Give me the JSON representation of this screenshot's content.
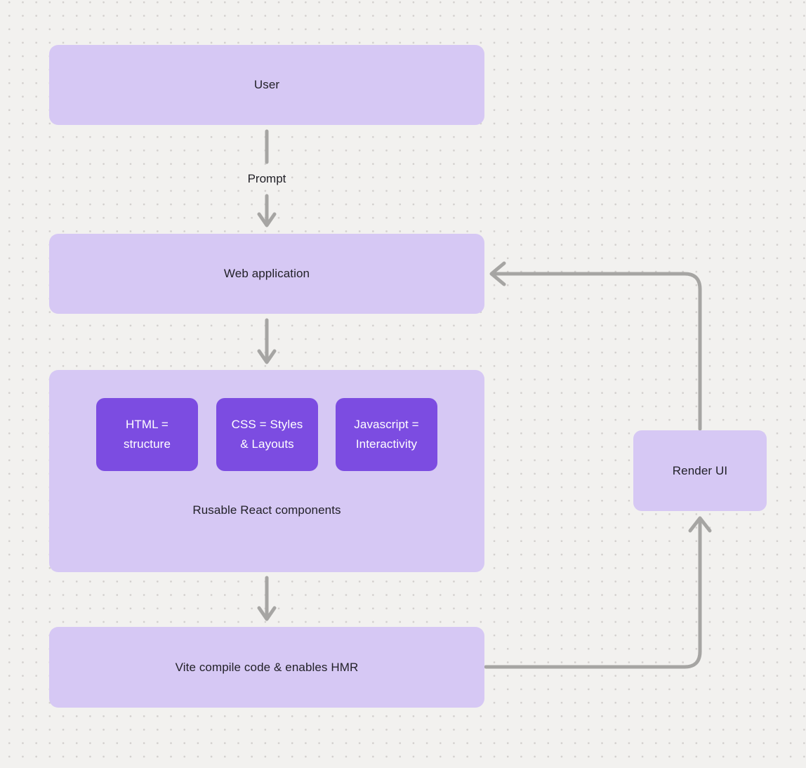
{
  "canvas": {
    "background_color": "#f2f1ef",
    "dot_color": "#d2cfcd",
    "node_fill_color": "#d6c8f4",
    "node_text_color": "#222128",
    "accent_fill_color": "#7c4ce1",
    "accent_text_color": "#ffffff",
    "connector_color": "#a6a5a3"
  },
  "nodes": {
    "user": {
      "label": "User"
    },
    "web_application": {
      "label": "Web application"
    },
    "components": {
      "caption": "Rusable React components",
      "children": [
        {
          "label": "HTML =\nstructure"
        },
        {
          "label": "CSS = Styles\n& Layouts"
        },
        {
          "label": "Javascript =\nInteractivity"
        }
      ]
    },
    "vite": {
      "label": "Vite compile code & enables HMR"
    },
    "render_ui": {
      "label": "Render UI"
    }
  },
  "edges": {
    "user_to_web_label": "Prompt"
  }
}
